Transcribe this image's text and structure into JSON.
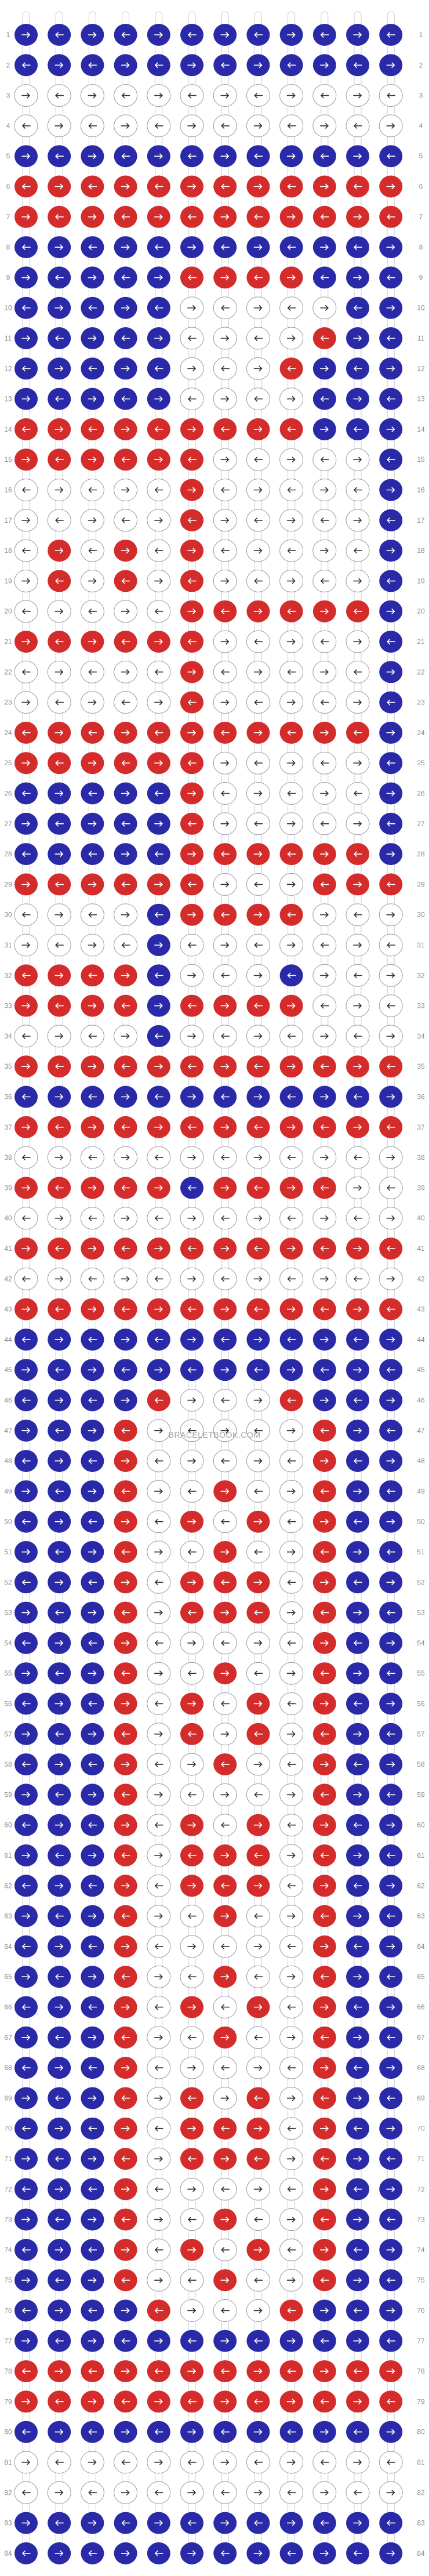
{
  "watermark": "BRACELETBOOK.COM",
  "colors": {
    "blue": "#2a2aa8",
    "red": "#d42b2b",
    "white": "#ffffff",
    "grid": "#c8ccd8",
    "row_number": "#8a8a8a"
  },
  "pattern": {
    "strings": 12,
    "row_count": 84,
    "knot_legend": {
      "B": "blue knot",
      "R": "red knot",
      "W": "white knot",
      "r": "forward (right arrow)",
      "l": "backward (left arrow)"
    },
    "rows": [
      "B B B B B B B B B B B B",
      "B B B B B B B B B B B B",
      "W W W W W W W W W W W W",
      "W W W W W W W W W W W W",
      "B B B B B B B B B B B B",
      "R R R R R R R R R R R R",
      "R R R R R R R R R R R R",
      "B B B B B B B B B B B B",
      "B B B B B R R R R B B B",
      "B B B B B W W W W W B B",
      "B B B B B W W W W R B B",
      "B B B B B W W W R B B B",
      "B B B B B W W W W B B B",
      "R R R R R R R R R B B B",
      "R R R R R R W W W W W B",
      "W W W W W R W W W W W B",
      "W W W W W R W W W W W B",
      "W R W R W R W W W W W B",
      "W R W R W R W W W W W B",
      "W W W W W R R R R R R B",
      "R R R R R R W W W W W B",
      "W W W W W R W W W W W B",
      "W W W W W R W W W W W B",
      "R R R R R R R R R R R B",
      "R R R R R R W W W W W B",
      "B B B B B R W W W W W B",
      "B B B B B R W W W W W B",
      "B B B B B R R R R R R B",
      "R R R R R R W W W R R R",
      "W W W W B R R R R W W W",
      "W W W W B W W W W W W W",
      "R R R R B W W W B W W W",
      "R R R R B R R R R W W W",
      "W W W W B W W W W W W W",
      "R R R R R R R R R R R R",
      "B B B B B B B B B B B B",
      "R R R R R R R R R R R R",
      "W W W W W W W W W W W W",
      "R R R R R B R R R R W W",
      "W W W W W W W W W W W W",
      "R R R R R R R R R R R R",
      "W W W W W W W W W W W W",
      "R R R R R R R R R R R R",
      "B B B B B B B B B B B B",
      "B B B B B B B B B B B B",
      "B B B B R W W W R B B B",
      "B B B R W W W W W R B B",
      "B B B R W W W W W R B B",
      "B B B R W W R W W R B B",
      "B B B R W R W R W R B B",
      "B B B R W W R W W R B B",
      "B B B R W R R R W R B B",
      "B B B R W R R R W R B B",
      "B B B R W W W W W R B B",
      "B B B R W W R W W R B B",
      "B B B R W R W R W R B B",
      "B B B R W R W R W R B B",
      "B B B R W W R W W R B B",
      "B B B R W W W W W R B B",
      "B B B R W R W R W R B B",
      "B B B R W R R R W R B B",
      "B B B R W R R R W R B B",
      "B B B R W W R W W R B B",
      "B B B R W W W W W R B B",
      "B B B R W W R W W R B B",
      "B B B R W R W R W R B B",
      "B B B R W W R W W R B B",
      "B B B R W W W W W R B B",
      "B B B R W R W R W R B B",
      "B B B R W R R R W R B B",
      "B B B R W R R R W R B B",
      "B B B R W W W W W R B B",
      "B B B R W W R W W R B B",
      "B B B R W R W R W R B B",
      "B B B R W W R W W R B B",
      "B B B B R W W W R B B B",
      "B B B B B B B B B B B B",
      "R R R R R R R R R R R R",
      "R R R R R R R R R R R R",
      "B B B B B B B B B B B B",
      "W W W W W W W W W W W W",
      "W W W W W W W W W W W W",
      "B B B B B B B B B B B B",
      "B B B B B B B B B B B B"
    ]
  }
}
